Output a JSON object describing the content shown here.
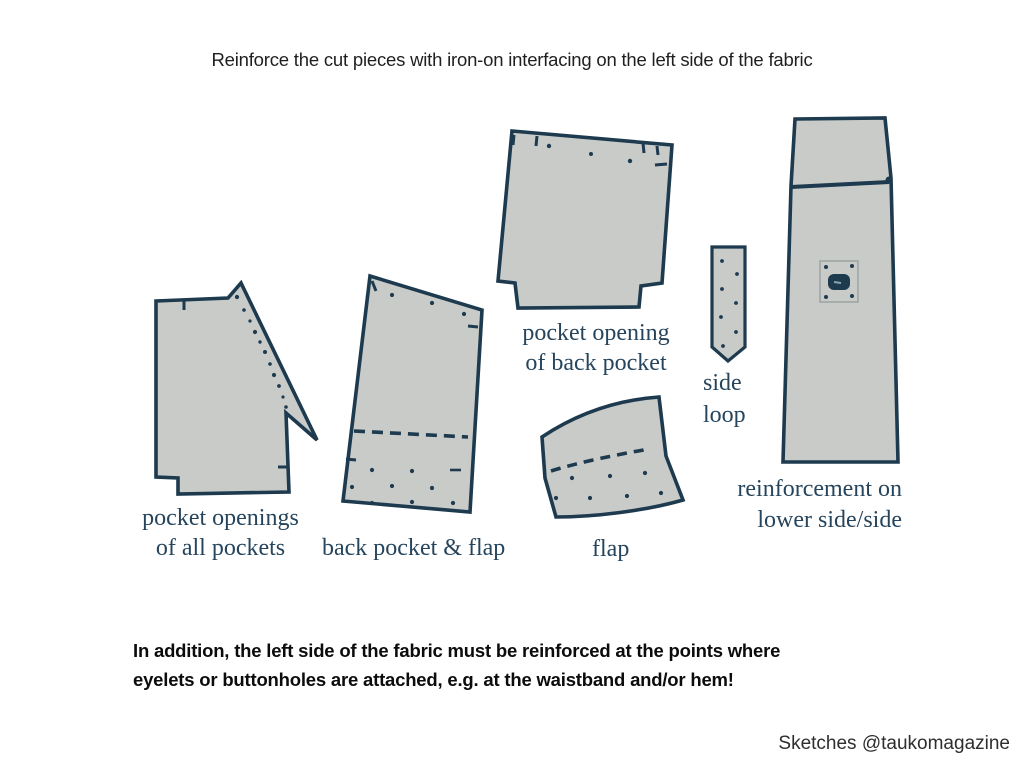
{
  "header": {
    "instruction": "Reinforce the cut pieces with iron-on interfacing on the left side of the fabric"
  },
  "pieces": {
    "pocket_openings": {
      "label_line1": "pocket openings",
      "label_line2": "of all pockets"
    },
    "back_pocket_flap": {
      "label": "back pocket & flap"
    },
    "pocket_opening_back": {
      "label_line1": "pocket opening",
      "label_line2": "of back pocket"
    },
    "flap": {
      "label": "flap"
    },
    "side_loop": {
      "label_line1": "side",
      "label_line2": "loop"
    },
    "reinforcement": {
      "label_line1": "reinforcement on",
      "label_line2": "lower side/side"
    }
  },
  "footer": {
    "note_line1": "In addition, the left side of the fabric must be reinforced at the points where",
    "note_line2": "eyelets or buttonholes are attached, e.g. at the waistband and/or hem!",
    "credit": "Sketches @taukomagazine"
  },
  "colors": {
    "background": "#ffffff",
    "piece_fill": "#c9cbc8",
    "piece_outline": "#1d3a4f",
    "label_text": "#26455d",
    "body_text": "#1f1f1f",
    "note_text": "#0c0c0c",
    "buttonhole_frame": "#9aa3a3"
  }
}
